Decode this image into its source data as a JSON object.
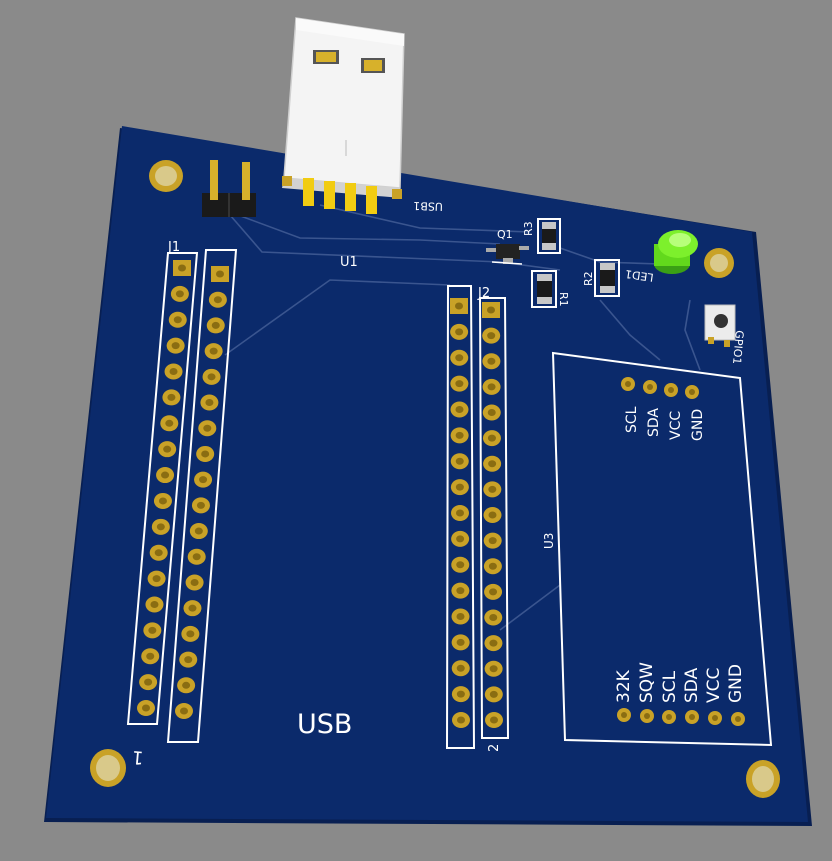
{
  "board": {
    "colors": {
      "background": "#8a8a8a",
      "pcb": "#0b2a6b",
      "pcb_edge": "#081f52",
      "silkscreen": "#ffffff",
      "copper_pad": "#c9a227",
      "trace": "#3a558f",
      "led": "#6fe81c",
      "usb_body": "#f4f4f4"
    },
    "labels": {
      "j1": "J1",
      "j2": "J2",
      "u1": "U1",
      "u3": "U3",
      "usb1": "USB1",
      "q1": "Q1",
      "r1": "R1",
      "r2": "R2",
      "r3": "R3",
      "led1": "LED1",
      "gpio1": "GPIO1",
      "usb_text": "USB",
      "pin1_marker": "1",
      "pin2_marker": "2"
    },
    "u3_top_pins": [
      "SCL",
      "SDA",
      "VCC",
      "GND"
    ],
    "u3_bottom_pins": [
      "32K",
      "SQW",
      "SCL",
      "SDA",
      "VCC",
      "GND"
    ],
    "icons": [
      "usb-connector-icon",
      "led-icon",
      "push-button-icon",
      "mounting-hole-icon"
    ]
  }
}
